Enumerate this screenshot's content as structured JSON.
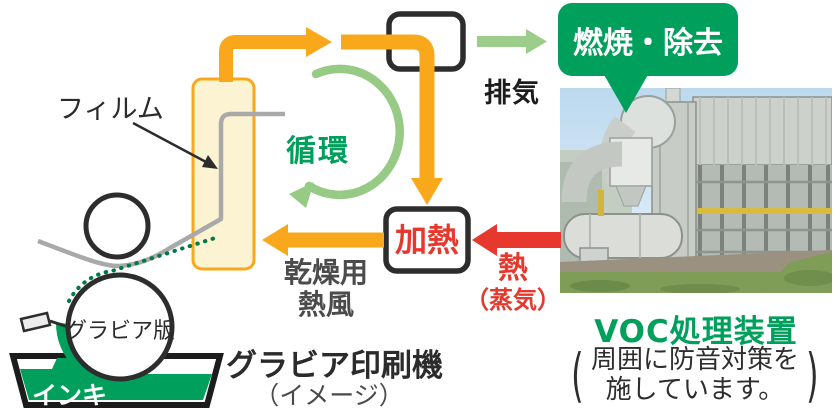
{
  "diagram": {
    "film_label": "フィルム",
    "circulation_label": "循環",
    "exhaust_label": "排気",
    "combustion_bubble": "燃焼・除去",
    "heating_box": "加熱",
    "heat_label": "熱",
    "steam_label": "（蒸気）",
    "drying_air": {
      "line1": "乾燥用",
      "line2": "熱風"
    },
    "gravure_plate_label": "グラビア版",
    "ink_label": "インキ",
    "machine": {
      "title": "グラビア印刷機",
      "subtitle": "（イメージ）"
    },
    "voc": {
      "title": "VOC処理装置",
      "note_open_paren": "(",
      "note_line1": "周囲に防音対策を",
      "note_line2": "施しています。",
      "note_close_paren": ")"
    }
  },
  "colors": {
    "brand_green": "#00A05C",
    "light_green": "#97CA84",
    "orange": "#F9A81C",
    "red": "#E6382C",
    "dryer_fill": "#FCF3D2",
    "film_gray": "#A9A9A9",
    "outline_black": "#2D2D2D",
    "dotted_ink_green": "#007A45"
  }
}
